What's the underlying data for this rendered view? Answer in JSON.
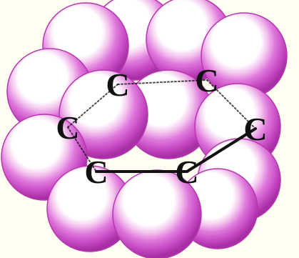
{
  "colors": {
    "background": "#fffef1",
    "sphere_fill": "#d04fcf",
    "sphere_highlight": "#ffffff",
    "sphere_edge": "#b537ad",
    "bond": "#111111"
  },
  "atoms": [
    {
      "id": "c1",
      "label": "C"
    },
    {
      "id": "c2",
      "label": "C"
    },
    {
      "id": "c3",
      "label": "C"
    },
    {
      "id": "c4",
      "label": "C"
    },
    {
      "id": "c5",
      "label": "C"
    },
    {
      "id": "c6",
      "label": "C"
    }
  ],
  "bonds": [
    {
      "from": "c1",
      "to": "c2",
      "style": "dotted"
    },
    {
      "from": "c1",
      "to": "c3",
      "style": "dotted"
    },
    {
      "from": "c2",
      "to": "c4",
      "style": "dotted"
    },
    {
      "from": "c3",
      "to": "c5",
      "style": "dotted"
    },
    {
      "from": "c4",
      "to": "c6",
      "style": "solid"
    },
    {
      "from": "c5",
      "to": "c6",
      "style": "solid"
    }
  ]
}
